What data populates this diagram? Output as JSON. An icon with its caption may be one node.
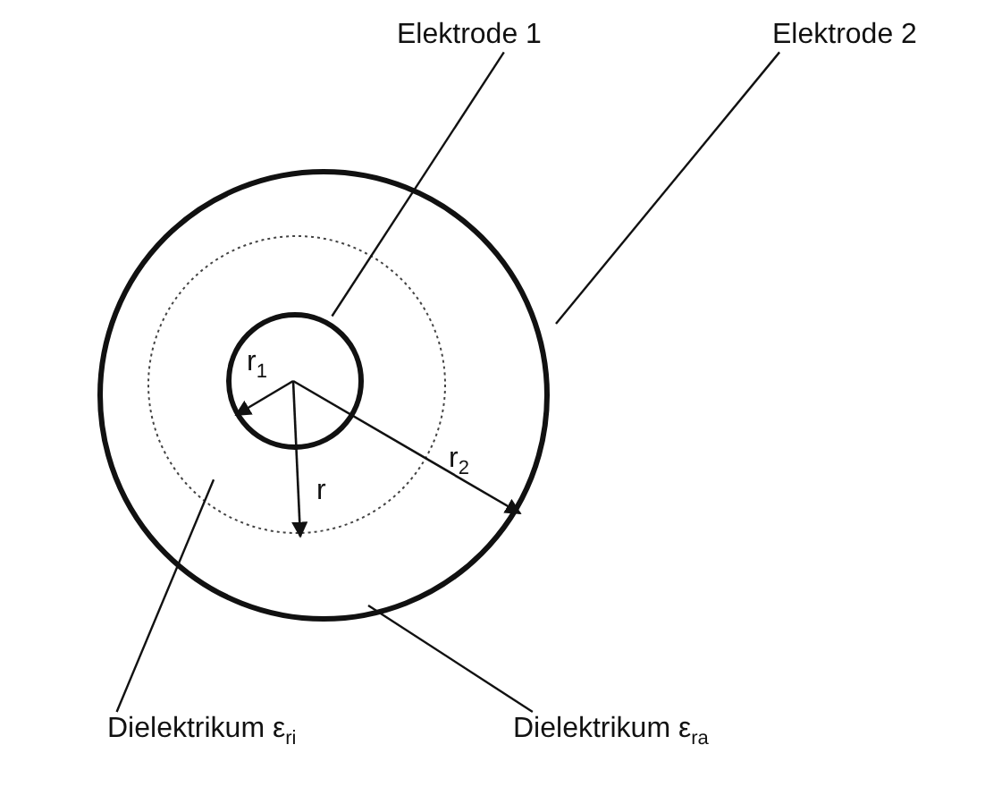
{
  "diagram": {
    "nodes": [
      {
        "text": [
          "Elektrode 1"
        ]
      },
      {
        "text": [
          "Elektrode 2"
        ]
      },
      {
        "text": [],
        "shape": "circle",
        "in": 6
      },
      {
        "text": [],
        "shape": "circle"
      },
      {
        "text": [
          "Dielektrikum ε$_{ri}$"
        ]
      },
      {
        "text": [
          "Dielektrikum ε$_{ra}$"
        ]
      },
      {
        "text": [],
        "shape": "circle",
        "in": 3
      }
    ],
    "edges": [
      {
        "from": 0,
        "to": 2,
        "arrow": "none"
      },
      {
        "from": 1,
        "to": 3,
        "arrow": "none"
      },
      {
        "from": 4,
        "to": 6,
        "arrow": "none"
      },
      {
        "from": 5,
        "to": 3,
        "arrow": "none"
      }
    ],
    "labels": [
      "r$_{1}$",
      "r",
      "r$_{2}$"
    ]
  }
}
